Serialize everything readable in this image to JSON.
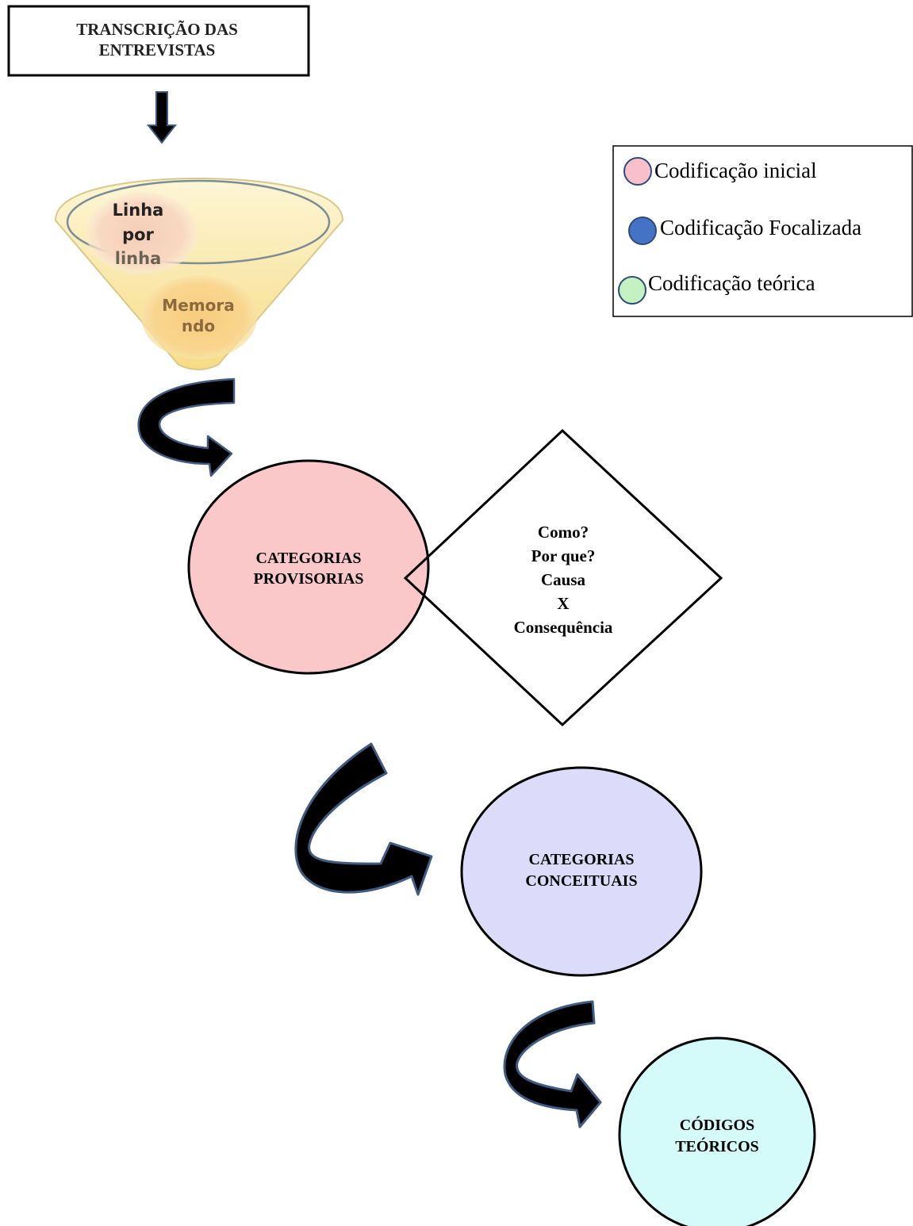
{
  "start_box": {
    "line1": "TRANSCRIÇÃO DAS",
    "line2": "ENTREVISTAS"
  },
  "funnel": {
    "top_label": [
      "Linha",
      "por",
      "linha"
    ],
    "bottom_label": [
      "Memora",
      "ndo"
    ]
  },
  "provisional": {
    "line1": "CATEGORIAS",
    "line2": "PROVISORIAS"
  },
  "diamond": {
    "lines": [
      "Como?",
      "Por que?",
      "Causa",
      "X",
      "Consequência"
    ]
  },
  "conceptual": {
    "line1": "CATEGORIAS",
    "line2": "CONCEITUAIS"
  },
  "theoretical": {
    "line1": "CÓDIGOS",
    "line2": "TEÓRICOS"
  },
  "legend": {
    "items": [
      {
        "label": "Codificação inicial",
        "color": "#f9c0cb"
      },
      {
        "label": "Codificação Focalizada",
        "color": "#4472c4"
      },
      {
        "label": "Codificação teórica",
        "color": "#c4f1c0"
      }
    ]
  },
  "colors": {
    "provisional_fill": "#fac8c8",
    "conceptual_fill": "#dcdcfa",
    "theoretical_fill": "#d4fafa",
    "funnel_fill": "#fbeeb0",
    "arrow_fill": "#000000",
    "arrow_stroke": "#3f5b82"
  }
}
